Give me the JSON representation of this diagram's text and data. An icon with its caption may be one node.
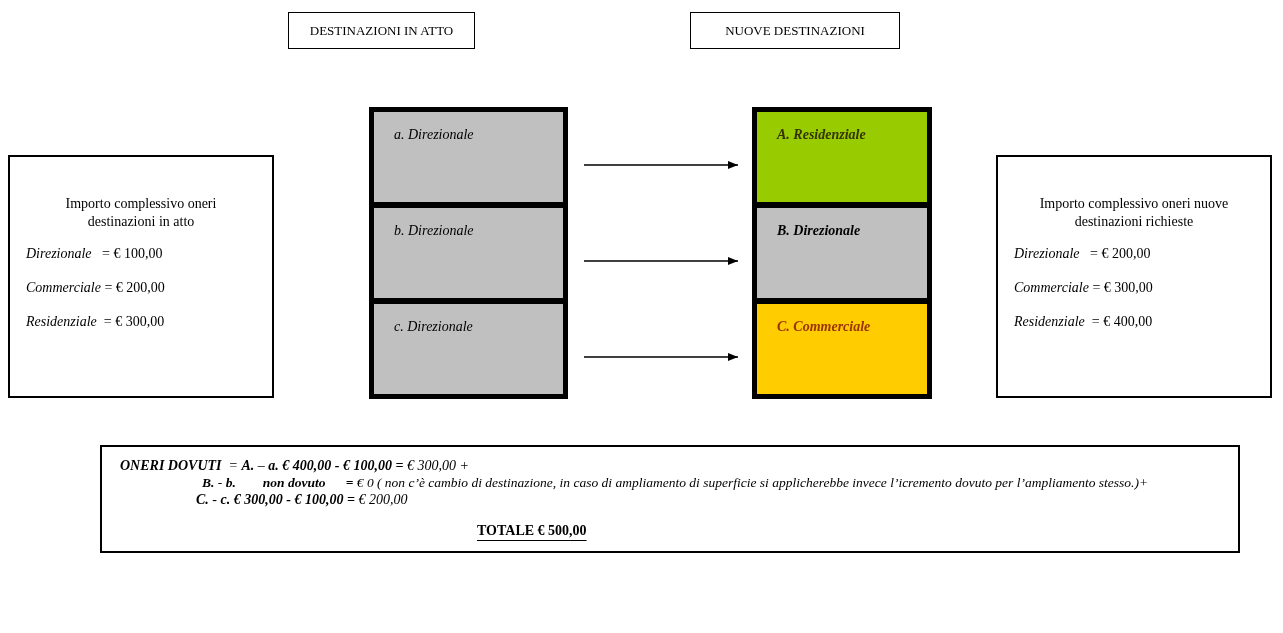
{
  "diagram": {
    "nodes": [
      {
        "text": [
          "DESTINAZIONI IN ATTO"
        ]
      },
      {
        "text": [
          "NUOVE DESTINAZIONI"
        ]
      },
      {
        "text": [
          "Importo complessivo oneri destinazioni in atto",
          "*Direzionale*   = € 100,00",
          "*Commerciale* = € 200,00",
          "*Residenziale*  = € 300,00"
        ]
      },
      {
        "text": [
          "a. Direzionale"
        ]
      },
      {
        "text": [
          "b. Direzionale"
        ]
      },
      {
        "text": [
          "c. Direzionale"
        ]
      },
      {
        "text": [
          "A. Residenziale"
        ]
      },
      {
        "text": [
          "B. Direzionale"
        ]
      },
      {
        "text": [
          "C. Commerciale"
        ]
      },
      {
        "text": [
          "Importo complessivo oneri nuove destinazioni richieste",
          "*Direzionale*   = € 200,00",
          "*Commerciale* = € 300,00",
          "*Residenziale*  = € 400,00"
        ]
      },
      {
        "text": [
          "**ONERI DOVUTI**  = **A.** – **a.** **€ 400,00 - € 100,00 =** € 300,00 +",
          "**B.** - **b.**        **non dovuto**      **=** € 0 ( non c’è cambio di destinazione, in caso di ampliamento di superficie si applicherebbe invece l’icremento dovuto per l’ampliamento stesso.)+",
          "**C.** - **c.** **€ 300,00 - € 100,00 =** € 200,00",
          "TOTALE € 500,00"
        ]
      }
    ],
    "edges": [
      {
        "from": 3,
        "to": 6,
        "arrow": "to"
      },
      {
        "from": 4,
        "to": 7,
        "arrow": "to"
      },
      {
        "from": 5,
        "to": 8,
        "arrow": "to"
      }
    ]
  }
}
